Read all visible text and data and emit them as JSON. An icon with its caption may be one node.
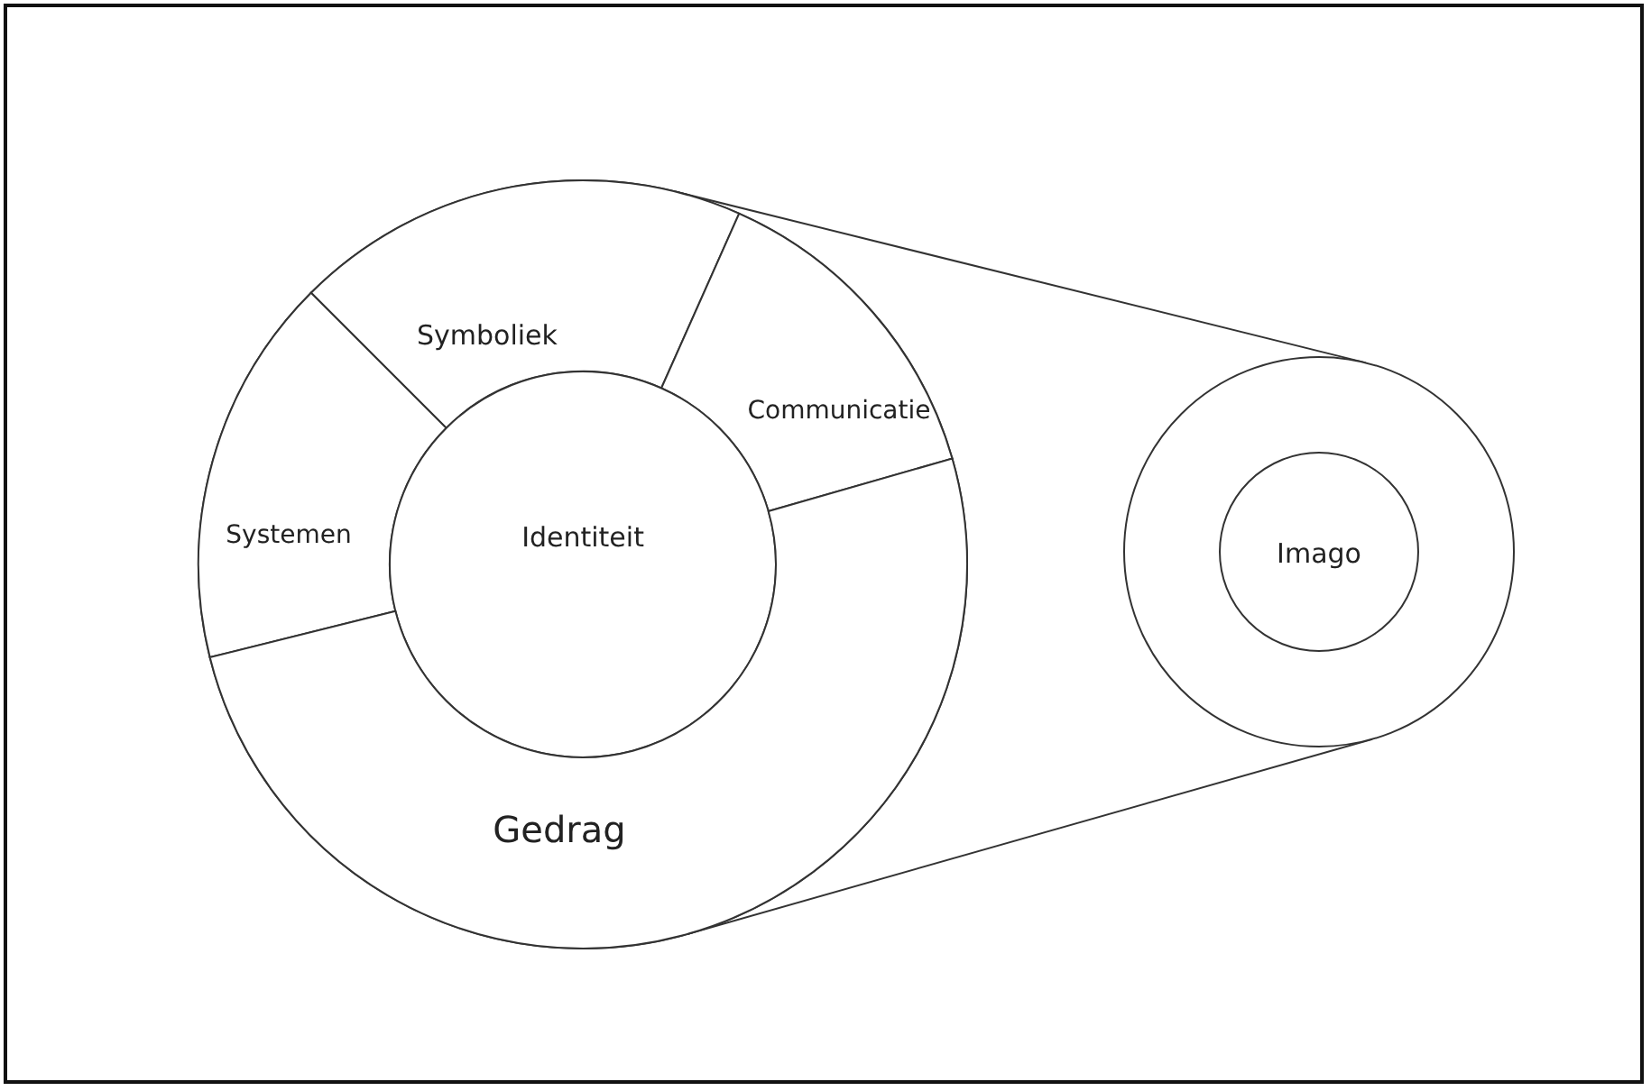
{
  "diagram": {
    "nodes": [
      {
        "text": [],
        "shape": "circle"
      },
      {
        "text": [
          "Symboliek"
        ],
        "in": 0
      },
      {
        "text": [
          "Communicatie"
        ],
        "in": 0
      },
      {
        "text": [
          "Systemen"
        ],
        "in": 0
      },
      {
        "text": [
          "Identiteit"
        ],
        "in": 0
      },
      {
        "text": [
          "Gedrag"
        ],
        "in": 0
      },
      {
        "text": [],
        "shape": "circle"
      },
      {
        "text": [
          "Imago"
        ],
        "in": 6
      }
    ],
    "edges": [
      {
        "from": 0,
        "to": 6,
        "arrow": "none"
      },
      {
        "from": 0,
        "to": 6,
        "arrow": "none"
      }
    ]
  }
}
